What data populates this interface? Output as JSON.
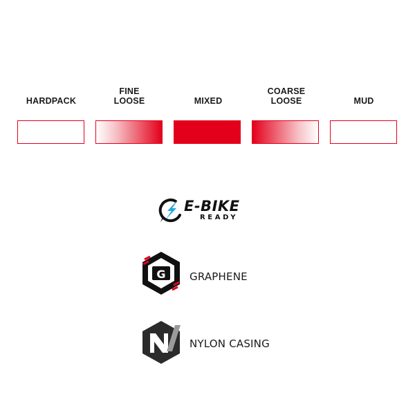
{
  "terrain": {
    "labels": [
      {
        "line1": "",
        "line2": "HARDPACK"
      },
      {
        "line1": "FINE",
        "line2": "LOOSE"
      },
      {
        "line1": "",
        "line2": "MIXED"
      },
      {
        "line1": "COARSE",
        "line2": "LOOSE"
      },
      {
        "line1": "",
        "line2": "MUD"
      }
    ],
    "accent_color": "#e3001b"
  },
  "ebike": {
    "title": "E-BIKE",
    "subtitle": "READY"
  },
  "graphene": {
    "label": "GRAPHENE",
    "icon_letter": "G"
  },
  "nylon": {
    "label": "NYLON CASING",
    "icon_letter": "N"
  }
}
